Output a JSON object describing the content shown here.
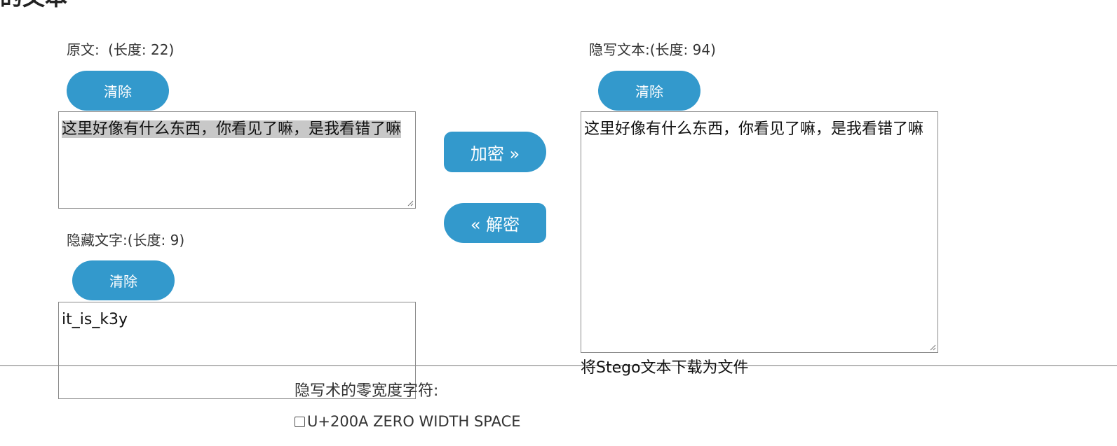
{
  "page": {
    "heading": "的文本"
  },
  "original": {
    "label": "原文:",
    "length": "(长度: 22)",
    "clear": "清除",
    "text": "这里好像有什么东西，你看见了嘛，是我看错了嘛"
  },
  "hidden": {
    "label": "隐藏文字:",
    "length": "(长度: 9)",
    "clear": "清除",
    "text": "it_is_k3y"
  },
  "actions": {
    "encrypt": "加密 »",
    "decrypt": "« 解密"
  },
  "stego": {
    "label": "隐写文本:",
    "length": "(长度: 94)",
    "clear": "清除",
    "text": "这里好像有什么东西，你看见了嘛，是我看错了嘛",
    "download": "将Stego文本下载为文件"
  },
  "zero_width": {
    "heading": "隐写术的零宽度字符:",
    "option_label": "U+200A ZERO WIDTH SPACE",
    "option_checked": false
  }
}
